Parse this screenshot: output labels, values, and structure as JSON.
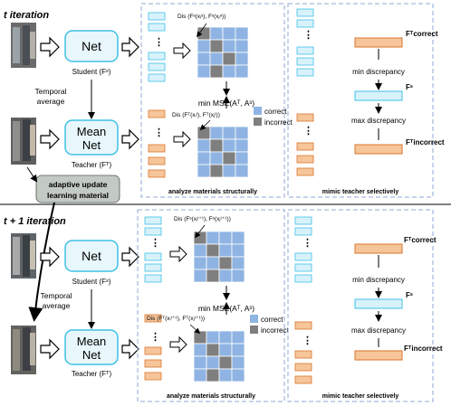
{
  "sections": [
    {
      "iteration_label": "t iteration",
      "student_net": "Net",
      "student_caption": "Student (Fˢ)",
      "temporal_label_line1": "Temporal",
      "temporal_label_line2": "average",
      "teacher_net_line1": "Mean",
      "teacher_net_line2": "Net",
      "teacher_caption": "Teacher (Fᵀ)",
      "student_dis": "Dis (Fˢ(xᵢˢ), Fˢ(xⱼˢ))",
      "teacher_dis": "Dis (Fᵀ(xᵢᵗ), Fᵀ(xⱼᵗ))",
      "mse_label": "min MSE(Aᵀ, Aˢ)",
      "analyze_caption": "analyze materials structurally",
      "mimic_caption": "mimic teacher selectively",
      "f_correct": "Fᵀcorrect",
      "min_discrepancy": "min discrepancy",
      "fs_label": "Fˢ",
      "max_discrepancy": "max discrepancy",
      "f_incorrect": "Fᵀincorrect"
    },
    {
      "iteration_label": "t + 1 iteration",
      "student_net": "Net",
      "student_caption": "Student (Fˢ)",
      "temporal_label_line1": "Temporal",
      "temporal_label_line2": "average",
      "teacher_net_line1": "Mean",
      "teacher_net_line2": "Net",
      "teacher_caption": "Teacher (Fᵀ)",
      "student_dis": "Dis (Fˢ(xᵢᵗ⁺¹), Fˢ(xⱼᵗ⁺¹))",
      "teacher_dis": "Dis (Fᵀ(xᵢᵗ⁺¹), Fᵀ(xⱼᵗ⁺¹))",
      "mse_label": "min MSE(Aᵀ, Aˢ)",
      "analyze_caption": "analyze materials structurally",
      "mimic_caption": "mimic teacher selectively",
      "f_correct": "Fᵀcorrect",
      "min_discrepancy": "min discrepancy",
      "fs_label": "Fˢ",
      "max_discrepancy": "max discrepancy",
      "f_incorrect": "Fᵀincorrect"
    }
  ],
  "legend": {
    "correct": "correct",
    "incorrect": "incorrect"
  },
  "adaptive_box_line1": "adaptive update",
  "adaptive_box_line2": "learning material",
  "colors": {
    "net_fill": "#e8f7fb",
    "net_stroke": "#3fc0e6",
    "student_bar": "#d8f2fb",
    "teacher_bar": "#f6c59a",
    "teacher_bar_stroke": "#d9752c",
    "correct_cell": "#8fb4e3",
    "incorrect_cell": "#7f7f7f",
    "dashed_border": "#8fa9d6",
    "adaptive_box": "#c3c9c3"
  },
  "icons": [
    "hollow-right-arrow-icon",
    "person-image-strip-icon"
  ]
}
